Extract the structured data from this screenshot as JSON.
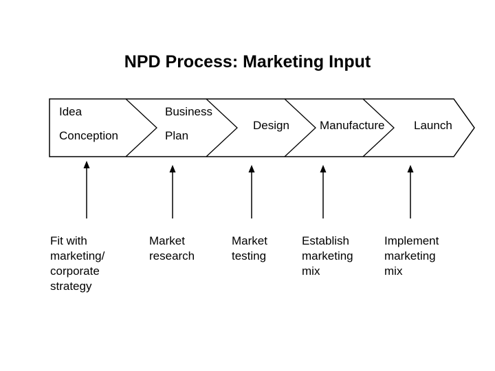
{
  "title": "NPD Process: Marketing Input",
  "stages": [
    {
      "lines": [
        "Idea",
        "Conception"
      ]
    },
    {
      "lines": [
        "Business",
        "Plan"
      ]
    },
    {
      "lines": [
        "Design"
      ]
    },
    {
      "lines": [
        "Manufacture"
      ]
    },
    {
      "lines": [
        "Launch"
      ]
    }
  ],
  "inputs": [
    {
      "lines": [
        "Fit with",
        "marketing/",
        "corporate",
        "strategy"
      ]
    },
    {
      "lines": [
        "Market",
        "research"
      ]
    },
    {
      "lines": [
        "Market",
        "testing"
      ]
    },
    {
      "lines": [
        "Establish",
        "marketing",
        "mix"
      ]
    },
    {
      "lines": [
        "Implement",
        "marketing",
        "mix"
      ]
    }
  ],
  "colors": {
    "stroke": "#000000",
    "background": "#ffffff"
  }
}
